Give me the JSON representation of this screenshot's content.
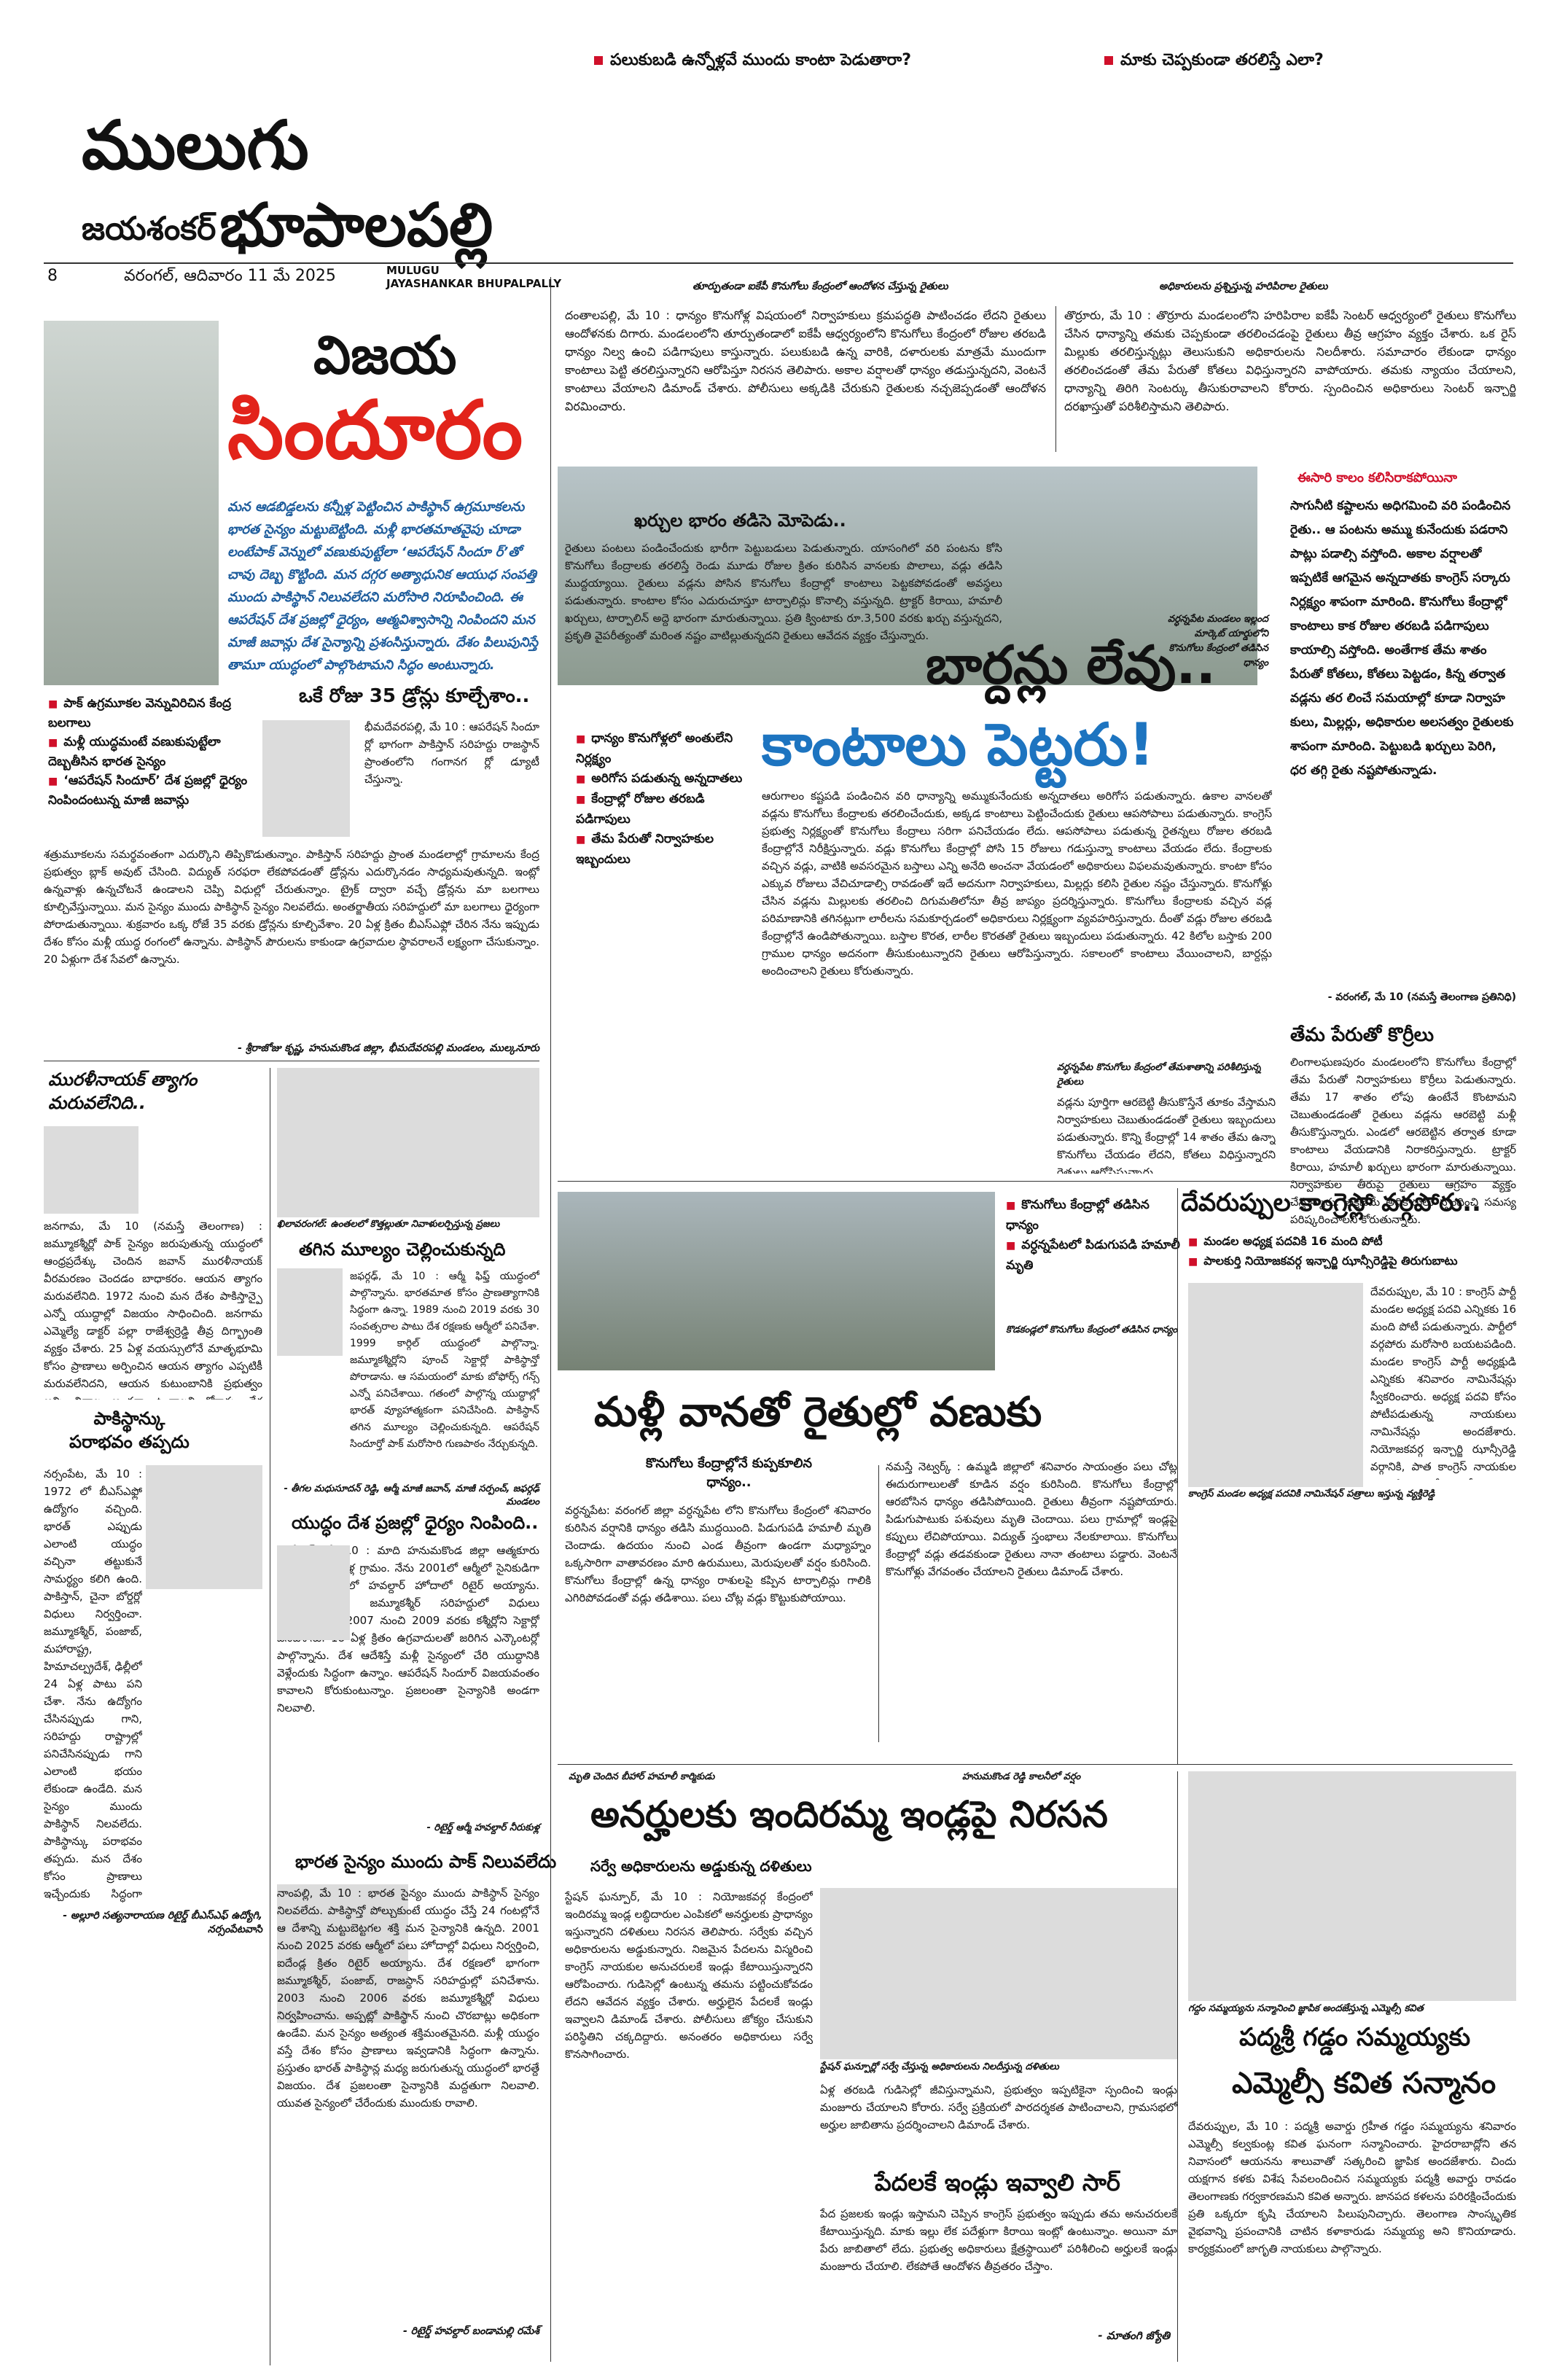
{
  "masthead": {
    "top_links": [
      "పలుకుబడి ఉన్నోళ్లవే ముందు కాంటా పెడుతారా?",
      "మాకు చెప్పకుండా తరలిస్తే ఎలా?"
    ],
    "title_line1": "ములుగు",
    "title_line2_prefix": "జయశంకర్",
    "title_line2_main": "భూపాలపల్లి",
    "page_number": "8",
    "date": "వరంగల్, ఆదివారం 11 మే 2025",
    "english_line1": "MULUGU",
    "english_line2": "JAYASHANKAR BHUPALPALLY"
  },
  "vijaya": {
    "title1": "విజయ",
    "title2": "సిందూరం",
    "intro": "మన ఆడబిడ్డలను కన్నీళ్ల పెట్టించిన పాకిస్థాన్ ఉగ్రమూకలను భారత సైన్యం మట్టుబెట్టింది. మళ్లీ భారతమాతవైపు చూడా లంటేపాక్ వెన్నులో వణుకుపుట్టేలా ‘ఆపరేషన్ సిందూ ర్’తో చావు దెబ్బ కొట్టింది. మన దగ్గర అత్యాధునిక ఆయుధ సంపత్తి ముందు పాకిస్థాన్ నిలువలేదని మరోసారి నిరూపించింది. ఈ ఆపరేషన్ దేశ ప్రజల్లో ధైర్యం, ఆత్మవిశ్వాసాన్ని నింపిందని మన మాజీ జవాన్లు దేశ సైన్యాన్ని ప్రశంసిస్తున్నారు. దేశం పిలుపునిస్తే తామూ యుద్ధంలో పాల్గొంటామని సిద్ధం అంటున్నారు.",
    "bullets": [
      "పాక్ ఉగ్రమూకల వెన్నువిరిచిన కేంద్ర బలగాలు",
      "మళ్లీ యుద్ధమంటే వణుకుపుట్టేలా దెబ్బతీసిన భారత సైన్యం",
      "‘ఆపరేషన్ సిందూర్’ దేశ ప్రజల్లో ధైర్యం నింపిందంటున్న మాజీ జవాన్లు"
    ],
    "drones_head": "ఒకే రోజు 35 డ్రోన్లు కూల్చేశాం..",
    "drones_text1": "భీమదేవరపల్లి, మే 10 : ఆపరేషన్ సిందూ ర్లో భాగంగా పాకిస్తాన్ సరిహద్దు రాజస్థాన్ ప్రాంతంలోని గంగానగ ర్లో డ్యూటీ చేస్తున్నా.",
    "drones_text2": "శత్రుమూకలను సమర్థవంతంగా ఎదుర్కొని తిప్పికొడుతున్నాం. పాకిస్తాన్ సరిహద్దు ప్రాంత మండలాల్లో గ్రామాలను కేంద్ర ప్రభుత్వం బ్లాక్ అవుట్ చేసింది. విద్యుత్ సరఫరా లేకపోవడంతో డ్రోన్లను ఎదుర్కొనడం సాధ్యమవుతున్నది. ఇంట్లో ఉన్నవాళ్లు ఉన్నచోటనే ఉండాలని చెప్పి విధుల్లో చేరుతున్నాం. ట్రైక్ ద్వారా వచ్చే డ్రోన్లను మా బలగాలు కూల్చివేస్తున్నాయి. మన సైన్యం ముందు పాకిస్థాన్ సైన్యం నిలవలేదు. అంతర్జాతీయ సరిహద్దులో మా బలగాలు ధైర్యంగా పోరాడుతున్నాయి. శుక్రవారం ఒక్క రోజే 35 వరకు డ్రోన్లను కూల్చివేశాం. 20 ఏళ్ల క్రితం బీఎస్ఎఫ్లో చేరిన నేను ఇప్పుడు దేశం కోసం మళ్లీ యుద్ధ రంగంలో ఉన్నాను. పాకిస్థాన్ పౌరులను కాకుండా ఉగ్రవాదుల స్థావరాలనే లక్ష్యంగా చేసుకున్నాం. 20 ఏళ్లుగా దేశ సేవలో ఉన్నాను.",
    "drones_sign": "- శ్రీరాజోజు కృష్ణ, హనుమకొండ జిల్లా, భీమదేవరపల్లి మండలం, ముల్కనూరు",
    "murali_head1": "మురళీనాయక్ త్యాగం",
    "murali_head2": "మరువలేనిది..",
    "murali_text": "జనగామ, మే 10 (నమస్తే తెలంగాణ) : జమ్మూకశ్మీర్లో పాక్ సైన్యం జరుపుతున్న యుద్ధంలో ఆంధ్రప్రదేశ్కు చెందిన జవాన్ మురళీనాయక్ వీరమరణం చెందడం బాధాకరం. ఆయన త్యాగం మరువలేనిది. 1972 నుంచి మన దేశం పాకిస్తాన్పై ఎన్నో యుద్ధాల్లో విజయం సాధించింది. జనగామ ఎమ్మెల్యే డాక్టర్ పల్లా రాజేశ్వర్రెడ్డి తీవ్ర దిగ్భ్రాంతి వ్యక్తం చేశారు. 25 ఏళ్ల వయస్సులోనే మాతృభూమి కోసం ప్రాణాలు అర్పించిన ఆయన త్యాగం ఎప్పటికీ మరువలేనిదని, ఆయన కుటుంబానికి ప్రభుత్వం అన్ని విధాల అండగా ఉండాలని కోరారు. దేశ ప్రజలంతా సైన్యానికి అండగా నిలుస్తున్నారని అన్నారు.",
    "pak_head1": "పాకిస్థాన్కు",
    "pak_head2": "పరాభవం తప్పదు",
    "pak_text": "నర్సంపేట, మే 10 : 1972 లో బీఎస్ఎఫ్లో ఉద్యోగం వచ్చింది. భారత్ ఎప్పుడు ఎలాంటి యుద్ధం వచ్చినా తట్టుకునే సామర్థ్యం కలిగి ఉంది. పాకిస్తాన్, చైనా బోర్డర్లో విధులు నిర్వర్తించా. జమ్మూకశ్మీర్, పంజాబ్, మహారాష్ట్ర, హిమాచల్ప్రదేశ్, ఢిల్లీలో 24 ఏళ్ల పాటు పని చేశా. నేను ఉద్యోగం చేసినప్పుడు గాని, సరిహద్దు రాష్ట్రాల్లో పనిచేసినప్పుడు గాని ఎలాంటి భయం లేకుండా ఉండేది. మన సైన్యం ముందు పాకిస్థాన్ నిలవలేదు. పాకిస్థాన్కు పరాభవం తప్పదు. మన దేశం కోసం ప్రాణాలు ఇచ్చేందుకు సిద్ధంగా ఉన్నాం. మళ్లీ దేశానికి సేవ చేయడానికి సిద్ధంగా ఉన్నాను.",
    "pak_sign": "- అల్లూరి సత్యనారాయణ రిటైర్డ్ బీఎస్ఎఫ్ ఉద్యోగి, నర్సంపేటవాసి",
    "col2_caption": "ఖిలావరంగల్: ఉంతలలో కొత్తల్లుతూ నివాళులర్పిస్తున్న ప్రజలు",
    "valuable_head": "తగిన మూల్యం చెల్లించుకున్నది",
    "valuable_text": "జఫర్గఢ్, మే 10 : ఆర్మీ ఫిఫ్త్ యుద్ధంలో పాల్గొన్నాను. భారతమాత కోసం ప్రాణత్యాగానికి సిద్ధంగా ఉన్నా. 1989 నుంచి 2019 వరకు 30 సంవత్సరాల పాటు దేశ రక్షణకు ఆర్మీలో పనిచేశా. 1999 కార్గిల్ యుద్ధంలో పాల్గొన్నా. జమ్మూకశ్మీర్లోని పూంచ్ సెక్టార్లో పాకిస్థాన్తో పోరాడాను. ఆ సమయంలో మాకు బోఫోర్స్ గన్స్ ఎన్నో పనిచేశాయి. గతంలో పాల్గొన్న యుద్ధాల్లో భారత్ వ్యూహాత్మకంగా పనిచేసింది. పాకిస్థాన్ తగిన మూల్యం చెల్లించుకున్నది. ఆపరేషన్ సిందూర్తో పాక్ మరోసారి గుణపాఠం నేర్చుకున్నది.",
    "valuable_sign": "- తీగల మధుసూదన్ రెడ్డి, ఆర్మీ మాజీ జవాన్, మాజీ సర్పంచ్, జఫర్గఢ్ మండలం",
    "courage_head": "యుద్ధం దేశ ప్రజల్లో ధైర్యం నింపింది..",
    "courage_text": "సుబేదార్, మే 10 : మాది హనుమకొండ జిల్లా ఆత్మకూరు మండలం నీరుకుళ్ల గ్రామం. నేను 2001లో ఆర్మీలో సైనికుడిగా చేరాను. 2019లో హవల్దార్ హోదాలో రిటైర్ అయ్యాను. ఎక్కువ కాలం జమ్మూకశ్మీర్ సరిహద్దులో విధులు నిర్వహించాను. 2007 నుంచి 2009 వరకు కశ్మీర్లోని సెక్టార్లో పనిచేశాను. 18 ఏళ్ల క్రితం ఉగ్రవాదులతో జరిగిన ఎన్కౌంటర్లో పాల్గొన్నాను. దేశ ఆదేశిస్తే మళ్లీ సైన్యంలో చేరి యుద్ధానికి వెళ్లేందుకు సిద్ధంగా ఉన్నాం. ఆపరేషన్ సిందూర్ విజయవంతం కావాలని కోరుకుంటున్నాం. ప్రజలంతా సైన్యానికి అండగా నిలవాలి.",
    "courage_sign": "- రిటైర్డ్ ఆర్మీ హవల్దార్ నీరుకుళ్ల",
    "army_head": "భారత సైన్యం ముందు పాక్ నిలువలేదు",
    "army_text": "నాంపల్లి, మే 10 : భారత సైన్యం ముందు పాకిస్థాన్ సైన్యం నిలవలేదు. పాకిస్థాన్తో పోల్చుకుంటే యుద్ధం చేస్తే 24 గంటల్లోనే ఆ దేశాన్ని మట్టుబెట్టగల శక్తి మన సైన్యానికి ఉన్నది. 2001 నుంచి 2025 వరకు ఆర్మీలో పలు హోదాల్లో విధులు నిర్వర్తించి, ఐదేండ్ల క్రితం రిటైర్ అయ్యాను. దేశ రక్షణలో భాగంగా జమ్మూకశ్మీర్, పంజాబ్, రాజస్థాన్ సరిహద్దుల్లో పనిచేశాను. 2003 నుంచి 2006 వరకు జమ్మూకశ్మీర్లో విధులు నిర్వహించాను. అప్పట్లో పాకిస్థాన్ నుంచి చొరబాట్లు అధికంగా ఉండేవి. మన సైన్యం అత్యంత శక్తిమంతమైనది. మళ్లీ యుద్ధం వస్తే దేశం కోసం ప్రాణాలు ఇవ్వడానికి సిద్ధంగా ఉన్నాను. ప్రస్తుతం భారత్ పాకిస్థాన్ల మధ్య జరుగుతున్న యుద్ధంలో భారత్దే విజయం. దేశ ప్రజలంతా సైన్యానికి మద్దతుగా నిలవాలి. యువత సైన్యంలో చేరేందుకు ముందుకు రావాలి.",
    "army_sign": "- రిటైర్డ్ హవల్దార్ బండామల్లి రమేశ్"
  },
  "ikp": {
    "caption1": "తూర్పుతండా ఐకేపీ కొనుగోలు కేంద్రంలో ఆందోళన చేస్తున్న రైతులు",
    "caption2": "అధికారులను ప్రశ్నిస్తున్న హరిపిరాల రైతులు",
    "text_left": "దంతాలపల్లి, మే 10 : ధాన్యం కొనుగోళ్ల విషయంలో నిర్వాహకులు క్రమపద్ధతి పాటించడం లేదని రైతులు ఆందోళనకు దిగారు. మండలంలోని తూర్పుతండాలో ఐకేపీ ఆధ్వర్యంలోని కొనుగోలు కేంద్రంలో రోజుల తరబడి ధాన్యం నిల్వ ఉంచి పడిగాపులు కాస్తున్నారు. పలుకుబడి ఉన్న వారికి, దళారులకు మాత్రమే ముందుగా కాంటాలు పెట్టి తరలిస్తున్నారని ఆరోపిస్తూ నిరసన తెలిపారు. అకాల వర్షాలతో ధాన్యం తడుస్తున్నదని, వెంటనే కాంటాలు వేయాలని డిమాండ్ చేశారు. పోలీసులు అక్కడికి చేరుకుని రైతులకు నచ్చజెప్పడంతో ఆందోళన విరమించారు.",
    "text_right": "తొర్రూరు, మే 10 : తొర్రూరు మండలంలోని హరిపిరాల ఐకేపీ సెంటర్ ఆధ్వర్యంలో రైతులు కొనుగోలు చేసిన ధాన్యాన్ని తమకు చెప్పకుండా తరలించడంపై రైతులు తీవ్ర ఆగ్రహం వ్యక్తం చేశారు. ఒక రైస్ మిల్లుకు తరలిస్తున్నట్లు తెలుసుకుని అధికారులను నిలదీశారు. సమాచారం లేకుండా ధాన్యం తరలించడంతో తేమ పేరుతో కోతలు విధిస్తున్నారని వాపోయారు. తమకు న్యాయం చేయాలని, ధాన్యాన్ని తిరిగి సెంటర్కు తీసుకురావాలని కోరారు. స్పందించిన అధికారులు సెంటర్ ఇన్చార్జి దరఖాస్తుతో పరిశీలిస్తామని తెలిపారు.",
    "burden_head": "ఖర్చుల భారం తడిసె మోపెడు..",
    "burden_text": "రైతులు పంటలు పండించేందుకు భారీగా పెట్టుబడులు పెడుతున్నారు. యాసంగిలో వరి పంటను కోసి కొనుగోలు కేంద్రాలకు తరలిస్తే రెండు మూడు రోజుల క్రితం కురిసిన వానలకు పొలాలు, వడ్లు తడిసి ముద్దయ్యాయి. రైతులు వడ్లను పోసిన కొనుగోలు కేంద్రాల్లో కాంటాలు పెట్టకపోవడంతో అవస్థలు పడుతున్నారు. కాంటాల కోసం ఎదురుచూస్తూ టార్పాలిన్లు కొనాల్సి వస్తున్నది. ట్రాక్టర్ కిరాయి, హమాలీ ఖర్చులు, టార్పాలిన్ అద్దె భారంగా మారుతున్నాయి. ప్రతి క్వింటాకు రూ.3,500 వరకు ఖర్చు వస్తున్నదని, ప్రకృతి వైపరీత్యంతో మరింత నష్టం వాటిల్లుతున్నదని రైతులు ఆవేదన వ్యక్తం చేస్తున్నారు.",
    "lead_bullets": [
      "ధాన్యం కొనుగోళ్లలో అంతులేని నిర్లక్ష్యం",
      "అరిగోస పడుతున్న అన్నదాతలు",
      "కేంద్రాల్లో రోజుల తరబడి పడిగాపులు",
      "తేమ పేరుతో నిర్వాహకుల ఇబ్బందులు"
    ],
    "headline1": "బార్దన్లు లేవు..",
    "headline2": "కాంటాలు పెట్టరు!",
    "photo_caption": "వర్ధన్నపేట మండలం ఇల్లంద మార్కెట్ యార్డులోని కొనుగోలు కేంద్రంలో తడిసిన ధాన్యం",
    "main_text": "ఆరుగాలం కష్టపడి పండించిన వరి ధాన్యాన్ని అమ్ముకునేందుకు అన్నదాతలు అరిగోస పడుతున్నారు. ఉకాల వానలతో వడ్లను కొనుగోలు కేంద్రాలకు తరలించేందుకు, అక్కడ కాంటాలు పెట్టించేందుకు రైతులు ఆపసోపాలు పడుతున్నారు. కాంగ్రెస్ ప్రభుత్వ నిర్లక్ష్యంతో కొనుగోలు కేంద్రాలు సరిగా పనిచేయడం లేదు. ఆపసోపాలు పడుతున్న రైతన్నలు రోజుల తరబడి కేంద్రాల్లోనే నిరీక్షిస్తున్నారు. వడ్లు కొనుగోలు కేంద్రాల్లో పోసి 15 రోజులు గడుస్తున్నా కాంటాలు వేయడం లేదు. కేంద్రాలకు వచ్చిన వడ్లు, వాటికి అవసరమైన బస్తాలు ఎన్ని అనేది అంచనా వేయడంలో అధికారులు విఫలమవుతున్నారు. కాంటా కోసం ఎక్కువ రోజులు వేచిచూడాల్సి రావడంతో ఇదే అదనుగా నిర్వాహకులు, మిల్లర్లు కలిసి రైతుల నష్టం చేస్తున్నారు. కొనుగోళ్లు చేసిన వడ్లను మిల్లులకు తరలించి దిగుమతిలోనూ తీవ్ర జాప్యం ప్రదర్శిస్తున్నారు. కొనుగోలు కేంద్రాలకు వచ్చిన వడ్ల పరిమాణానికి తగినట్లుగా లారీలను సమకూర్చడంలో అధికారులు నిర్లక్ష్యంగా వ్యవహరిస్తున్నారు. దీంతో వడ్లు రోజుల తరబడి కేంద్రాల్లోనే ఉండిపోతున్నాయి. బస్తాల కొరత, లారీల కొరతతో రైతులు ఇబ్బందులు పడుతున్నారు. 42 కిలోల బస్తాకు 200 గ్రాముల ధాన్యం అదనంగా తీసుకుంటున్నారని రైతులు ఆరోపిస్తున్నారు. సకాలంలో కాంటాలు వేయించాలని, బార్దన్లు అందించాలని రైతులు కోరుతున్నారు.",
    "kalam_head": "ఈసారి కాలం కలిసిరాకపోయినా",
    "kalam_text": "సాగునీటి కష్టాలను అధిగమించి వరి పండించిన రైతు.. ఆ పంటను అమ్ము కునేందుకు పడరాని పాట్లు పడాల్సి వస్తోంది. అకాల వర్షాలతో ఇప్పటికే ఆగమైన అన్నదాతకు కాంగ్రెస్ సర్కారు నిర్లక్ష్యం శాపంగా మారింది. కొనుగోలు కేంద్రాల్లో కాంటాలు కాక రోజుల తరబడి పడిగాపులు కాయాల్సి వస్తోంది. అంతేగాక తేమ శాతం పేరుతో కోతలు, కోతలు పెట్టడం, కిన్న తర్వాత వడ్లను తర లించే సమయాల్లో కూడా నిర్వాహ కులు, మిల్లర్లు, అధికారుల అలసత్వం రైతులకు శాపంగా మారింది. పెట్టుబడి ఖర్చులు పెరిగి, ధర తగ్గి రైతు నష్టపోతున్నాడు.",
    "kalam_sign": "- వరంగల్, మే 10 (నమస్తే తెలంగాణ ప్రతినిధి)",
    "moisture_head": "తేమ పేరుతో కొర్రీలు",
    "moisture_text": "లింగాలఘణపురం మండలంలోని కొనుగోలు కేంద్రాల్లో తేమ పేరుతో నిర్వాహకులు కొర్రీలు పెడుతున్నారు. తేమ 17 శాతం లోపు ఉంటేనే కొంటామని చెబుతుండడంతో రైతులు వడ్లను ఆరబెట్టి మళ్లీ తీసుకొస్తున్నారు. ఎండలో ఆరబెట్టిన తర్వాత కూడా కాంటాలు వేయడానికి నిరాకరిస్తున్నారు. ట్రాక్టర్ కిరాయి, హమాలీ ఖర్చులు భారంగా మారుతున్నాయి. నిర్వాహకుల తీరుపై రైతులు ఆగ్రహం వ్యక్తం చేస్తున్నారు. తక్షణమే అధికారులు స్పందించి సమస్య పరిష్కరించాలని కోరుతున్నారు.",
    "photo2_caption": "వర్ధన్నపేట కొనుగోలు కేంద్రంలో తేమశాతాన్ని పరిశీలిస్తున్న రైతులు",
    "photo2_text": "వడ్లను పూర్తిగా ఆరబెట్టి తీసుకొస్తేనే తూకం వేస్తామని నిర్వాహకులు చెబుతుండడంతో రైతులు ఇబ్బందులు పడుతున్నారు. కొన్ని కేంద్రాల్లో 14 శాతం తేమ ఉన్నా కొనుగోలు చేయడం లేదని, కోతలు విధిస్తున్నారని రైతులు ఆరోపిస్తున్నారు."
  },
  "rain": {
    "bullets": [
      "కొనుగోలు కేంద్రాల్లో తడిసిన ధాన్యం",
      "వర్ధన్నపేటలో పిడుగుపడి హమాలీ మృతి"
    ],
    "photo_caption": "కొడకండ్లలో కొనుగోలు కేంద్రంలో తడిసిన ధాన్యం",
    "headline": "మళ్లీ వానతో రైతుల్లో వణుకు",
    "sub": "కొనుగోలు కేంద్రాల్లోనే కుప్పకూలిన ధాన్యం..",
    "text_left": "వర్ధన్నపేట: వరంగల్ జిల్లా వర్ధన్నపేట లోని కొనుగోలు కేంద్రంలో శనివారం కురిసిన వర్షానికి ధాన్యం తడిసి ముద్దయింది. పిడుగుపడి హమాలీ మృతి చెందాడు. ఉదయం నుంచి ఎండ తీవ్రంగా ఉండగా మధ్యాహ్నం ఒక్కసారిగా వాతావరణం మారి ఉరుములు, మెరుపులతో వర్షం కురిసింది. కొనుగోలు కేంద్రాల్లో ఉన్న ధాన్యం రాశులపై కప్పిన టార్పాలిన్లు గాలికి ఎగిరిపోవడంతో వడ్లు తడిశాయి. పలు చోట్ల వడ్లు కొట్టుకుపోయాయి.",
    "text_right": "నమస్తే నెట్వర్క్ : ఉమ్మడి జిల్లాలో శనివారం సాయంత్రం పలు చోట్ల ఈదురుగాలులతో కూడిన వర్షం కురిసింది. కొనుగోలు కేంద్రాల్లో ఆరబోసిన ధాన్యం తడిసిపోయింది. రైతులు తీవ్రంగా నష్టపోయారు. పిడుగుపాటుకు పశువులు మృతి చెందాయి. పలు గ్రామాల్లో ఇండ్లపై కప్పులు లేచిపోయాయి. విద్యుత్ స్తంభాలు నేలకూలాయి. కొనుగోలు కేంద్రాల్లో వడ్లు తడవకుండా రైతులు నానా తంటాలు పడ్డారు. వెంటనే కొనుగోళ్లు వేగవంతం చేయాలని రైతులు డిమాండ్ చేశారు."
  },
  "devaruppula": {
    "headline": "దేవరుప్పుల కాంగ్రెస్లో వర్గపోరు..",
    "bullets": [
      "మండల అధ్యక్ష పదవికి 16 మంది పోటీ",
      "పాలకుర్తి నియోజకవర్గ ఇన్చార్జి ఝాన్సీరెడ్డిపై తిరుగుబాటు"
    ],
    "photo_caption": "కాంగ్రెస్ మండల అధ్యక్ష పదవికి నామినేషన్ పత్రాలు ఇస్తున్న వ్యక్తిరెడ్డి",
    "text": "దేవరుప్పుల, మే 10 : కాంగ్రెస్ పార్టీ మండల అధ్యక్ష పదవి ఎన్నికకు 16 మంది పోటీ పడుతున్నారు. పార్టీలో వర్గపోరు మరోసారి బయటపడింది. మండల కాంగ్రెస్ పార్టీ అధ్యక్షుడి ఎన్నికకు శనివారం నామినేషన్లు స్వీకరించారు. అధ్యక్ష పదవి కోసం పోటీపడుతున్న నాయకులు నామినేషన్లు అందజేశారు. నియోజకవర్గ ఇన్చార్జి ఝాన్సీరెడ్డి వర్గానికి, పాత కాంగ్రెస్ నాయకుల వర్గానికి మధ్య తీవ్ర పోటీ నెలకొంది. ఒకే పదవికి ఇంతమంది పోటీ పడడం పార్టీలో చర్చనీయాంశంగా మారింది. పార్టీ పెద్దలు సర్దిచెప్పే ప్రయత్నం చేస్తున్నా ఫలితం లేకపోయింది. అధిష్ఠానం ఎవరిని ఎంపిక చేస్తుందో చూడాలి."
  },
  "indiramma": {
    "caption": "మృతి చెందిన బీహార్ హమాలీ కార్మికుడు",
    "caption2": "హనుమకొండ రెడ్డి కాలనీలో వర్షం",
    "headline": "అనర్హులకు ఇందిరమ్మ ఇండ్లపై నిరసన",
    "sub": "సర్వే అధికారులను అడ్డుకున్న దళితులు",
    "text": "స్టేషన్ ఘన్పూర్, మే 10 : నియోజకవర్గ కేంద్రంలో ఇందిరమ్మ ఇండ్ల లబ్ధిదారుల ఎంపికలో అనర్హులకు ప్రాధాన్యం ఇస్తున్నారని దళితులు నిరసన తెలిపారు. సర్వేకు వచ్చిన అధికారులను అడ్డుకున్నారు. నిజమైన పేదలను విస్మరించి కాంగ్రెస్ నాయకుల అనుచరులకే ఇండ్లు కేటాయిస్తున్నారని ఆరోపించారు. గుడిసెల్లో ఉంటున్న తమను పట్టించుకోవడం లేదని ఆవేదన వ్యక్తం చేశారు. అర్హులైన పేదలకే ఇండ్లు ఇవ్వాలని డిమాండ్ చేశారు. పోలీసులు జోక్యం చేసుకుని పరిస్థితిని చక్కదిద్దారు. అనంతరం అధికారులు సర్వే కొనసాగించారు.",
    "photo_caption": "స్టేషన్ ఘన్పూర్లో సర్వే చేస్తున్న అధికారులను నిలదీస్తున్న దళితులు",
    "text2": "ఏళ్ల తరబడి గుడిసెల్లో జీవిస్తున్నామని, ప్రభుత్వం ఇప్పటికైనా స్పందించి ఇండ్లు మంజూరు చేయాలని కోరారు. సర్వే ప్రక్రియలో పారదర్శకత పాటించాలని, గ్రామసభలో అర్హుల జాబితాను ప్రదర్శించాలని డిమాండ్ చేశారు.",
    "poor_head": "పేదలకే ఇండ్లు ఇవ్వాలి సార్",
    "poor_text": "పేద ప్రజలకు ఇండ్లు ఇస్తామని చెప్పిన కాంగ్రెస్ ప్రభుత్వం ఇప్పుడు తమ అనుచరులకే కేటాయిస్తున్నది. మాకు ఇల్లు లేక పదేళ్లుగా కిరాయి ఇంట్లో ఉంటున్నాం. అయినా మా పేరు జాబితాలో లేదు. ప్రభుత్వ అధికారులు క్షేత్రస్థాయిలో పరిశీలించి అర్హులకే ఇండ్లు మంజూరు చేయాలి. లేకపోతే ఆందోళన తీవ్రతరం చేస్తాం.",
    "poor_sign": "- మాతంగి జ్యోతి"
  },
  "kavitha": {
    "caption": "గద్దం సమ్మయ్యను సన్మానించి జ్ఞాపిక అందజేస్తున్న ఎమ్మెల్సీ కవిత",
    "headline1": "పద్మశ్రీ గడ్డం సమ్మయ్యకు",
    "headline2": "ఎమ్మెల్సీ కవిత సన్మానం",
    "text": "దేవరుప్పుల, మే 10 : పద్మశ్రీ అవార్డు గ్రహీత గడ్డం సమ్మయ్యను శనివారం ఎమ్మెల్సీ కల్వకుంట్ల కవిత ఘనంగా సన్మానించారు. హైదరాబాద్లోని తన నివాసంలో ఆయనను శాలువాతో సత్కరించి జ్ఞాపిక అందజేశారు. చిందు యక్షగాన కళకు విశేష సేవలందించిన సమ్మయ్యకు పద్మశ్రీ అవార్డు రావడం తెలంగాణకు గర్వకారణమని కవిత అన్నారు. జానపద కళలను పరిరక్షించేందుకు ప్రతి ఒక్కరూ కృషి చేయాలని పిలుపునిచ్చారు. తెలంగాణ సాంస్కృతిక వైభవాన్ని ప్రపంచానికి చాటిన కళాకారుడు సమ్మయ్య అని కొనియాడారు. కార్యక్రమంలో జాగృతి నాయకులు పాల్గొన్నారు."
  }
}
